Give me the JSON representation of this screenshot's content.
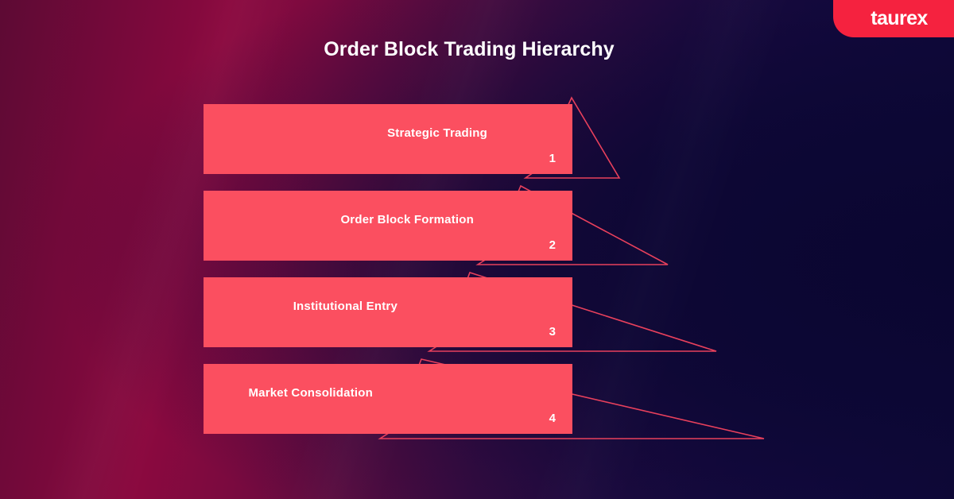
{
  "brand": {
    "name": "taurex"
  },
  "header": {
    "title": "Order Block Trading Hierarchy"
  },
  "colors": {
    "bar_fill": "#fb4f60",
    "outline_stroke": "#e8405c",
    "badge": "#f5223f",
    "text": "#ffffff",
    "bg_left": "#8b093f",
    "bg_right": "#110a3e"
  },
  "chart_data": {
    "type": "pyramid",
    "title": "Order Block Trading Hierarchy",
    "orientation": "top-to-bottom",
    "levels": [
      {
        "rank": "1",
        "label": "Strategic Trading"
      },
      {
        "rank": "2",
        "label": "Order Block Formation"
      },
      {
        "rank": "3",
        "label": "Institutional Entry"
      },
      {
        "rank": "4",
        "label": "Market Consolidation"
      }
    ]
  }
}
